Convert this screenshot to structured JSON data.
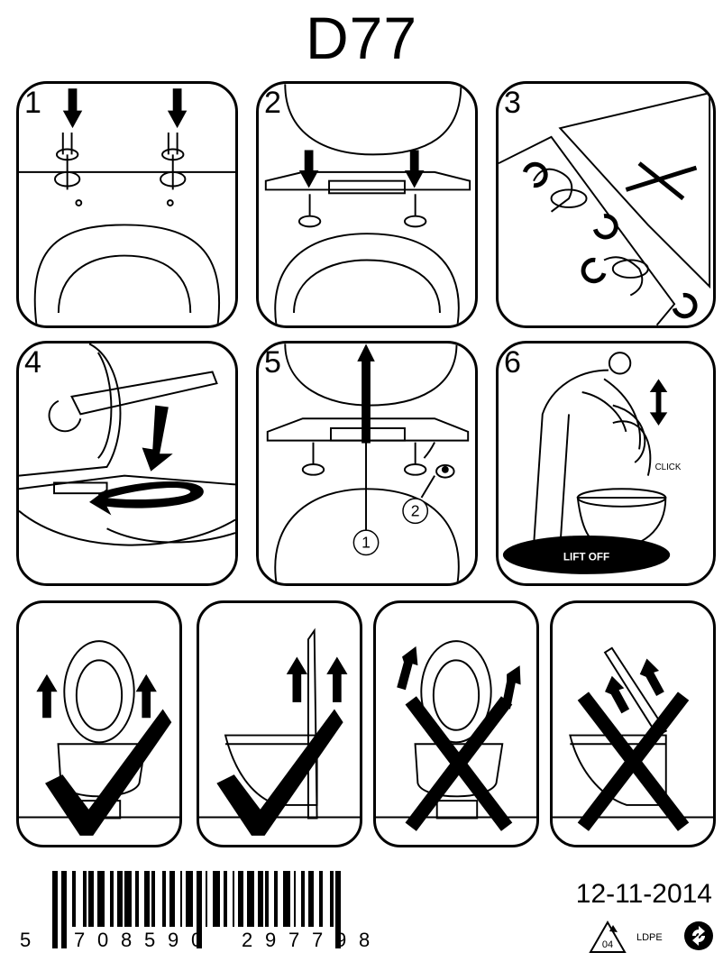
{
  "title": "D77",
  "steps": [
    {
      "number": "1"
    },
    {
      "number": "2"
    },
    {
      "number": "3"
    },
    {
      "number": "4"
    },
    {
      "number": "5",
      "callouts": [
        "1",
        "2"
      ]
    },
    {
      "number": "6",
      "labels": [
        "CLICK",
        "LIFT OFF"
      ]
    }
  ],
  "usage_panels": [
    {
      "verdict": "correct",
      "icon": "checkmark-icon"
    },
    {
      "verdict": "correct",
      "icon": "checkmark-icon"
    },
    {
      "verdict": "incorrect",
      "icon": "cross-icon"
    },
    {
      "verdict": "incorrect",
      "icon": "cross-icon"
    }
  ],
  "barcode": {
    "lead_digit": "5",
    "group1": [
      "7",
      "0",
      "8",
      "5",
      "9",
      "0"
    ],
    "group2": [
      "2",
      "9",
      "7",
      "7",
      "9",
      "8"
    ]
  },
  "date": "12-11-2014",
  "recycling": {
    "code": "04",
    "material": "LDPE"
  }
}
